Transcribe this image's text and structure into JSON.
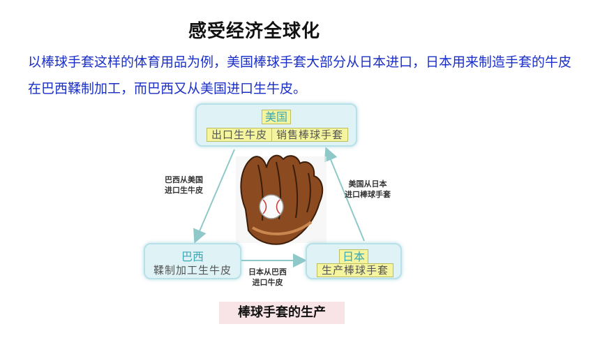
{
  "title": "感受经济全球化",
  "intro": "以棒球手套这样的体育用品为例，美国棒球手套大部分从日本进口，日本用来制造手套的牛皮在巴西鞣制加工，而巴西又从美国进口生牛皮。",
  "diagram": {
    "usa": {
      "name": "美国",
      "item1": "出口生牛皮",
      "item2": "销售棒球手套"
    },
    "brazil": {
      "name": "巴西",
      "item1": "鞣制加工生牛皮"
    },
    "japan": {
      "name": "日本",
      "item1": "生产棒球手套"
    },
    "edges": {
      "usa_to_brazil": {
        "line1": "巴西从美国",
        "line2": "进口生牛皮"
      },
      "brazil_to_japan": {
        "line1": "日本从巴西",
        "line2": "进口牛皮"
      },
      "japan_to_usa": {
        "line1": "美国从日本",
        "line2": "进口棒球手套"
      }
    },
    "center_image": "baseball-glove-icon"
  },
  "caption": "棒球手套的生产",
  "colors": {
    "title": "#111111",
    "intro": "#1a2fc8",
    "node_bg": "#dff3f7",
    "node_border": "#b8e0e8",
    "highlight": "#f5f5a0",
    "arrow": "#8fc8c8",
    "caption_bg": "#f8e4e6"
  }
}
